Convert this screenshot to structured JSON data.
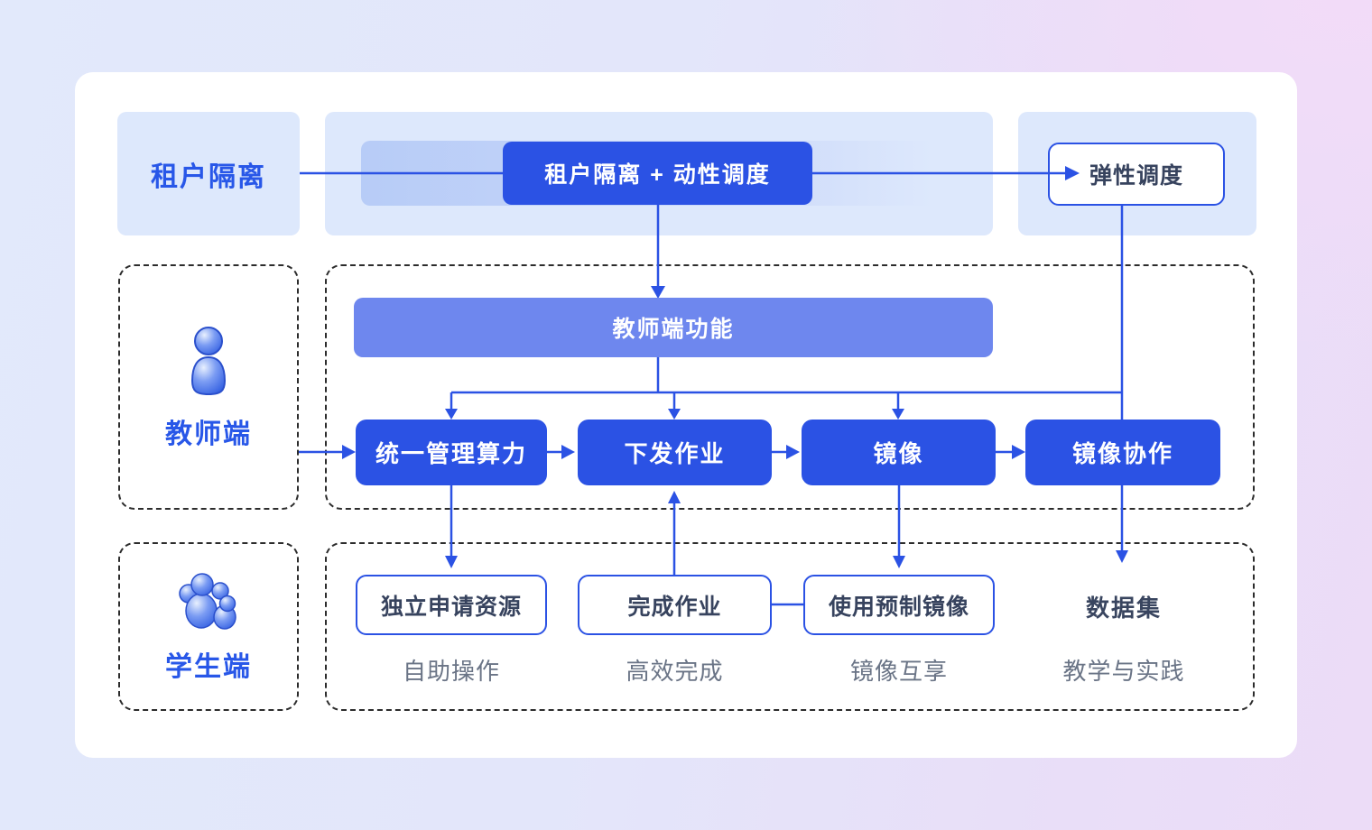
{
  "top": {
    "tenant_label": "租户隔离",
    "main_pill": "租户隔离 + 动性调度",
    "elastic_pill": "弹性调度"
  },
  "teacher": {
    "actor_label": "教师端",
    "functions_bar": "教师端功能",
    "buttons": [
      "统一管理算力",
      "下发作业",
      "镜像",
      "镜像协作"
    ]
  },
  "student": {
    "actor_label": "学生端",
    "buttons": [
      "独立申请资源",
      "完成作业",
      "使用预制镜像"
    ],
    "dataset_label": "数据集",
    "captions": [
      "自助操作",
      "高效完成",
      "镜像互享",
      "教学与实践"
    ]
  },
  "icons": {
    "teacher": "person-icon",
    "student": "people-group-icon"
  },
  "colors": {
    "accent_blue": "#2b52e4",
    "bar_blue": "#6e87ee",
    "panel_blue": "#dde8fc",
    "label_blue": "#2857e8",
    "dark_text": "#37435e",
    "caption_gray": "#6a7486"
  }
}
